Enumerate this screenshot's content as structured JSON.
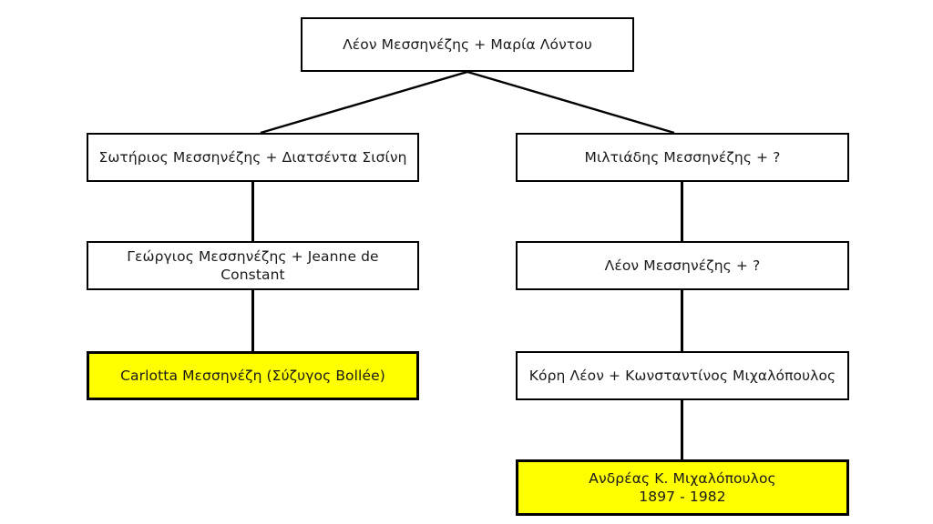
{
  "diagram": {
    "type": "family-tree",
    "title_text": "",
    "colors": {
      "background": "#ffffff",
      "box_fill": "#ffffff",
      "box_border": "#000000",
      "highlight_fill": "#FFFF00",
      "text": "#1a1a1a",
      "connector": "#000000"
    },
    "nodes": [
      {
        "id": "root",
        "name": "leon-messinezis-maria-lontou",
        "label": "Λέον Μεσσηνέζης + Μαρία Λόντου",
        "highlight": false,
        "generation": 1
      },
      {
        "id": "left-g2",
        "name": "sotirios-messinezis-diatsenta-sisini",
        "label": "Σωτήριος Μεσσηνέζης + Διατσέντα Σισίνη",
        "highlight": false,
        "generation": 2
      },
      {
        "id": "right-g2",
        "name": "miltiadis-messinezis-unknown",
        "label": "Μιλτιάδης Μεσσηνέζης + ?",
        "highlight": false,
        "generation": 2
      },
      {
        "id": "left-g3",
        "name": "georgios-messinezis-jeanne-de-constant",
        "label": "Γεώργιος Μεσσηνέζης + Jeanne de Constant",
        "highlight": false,
        "generation": 3
      },
      {
        "id": "right-g3",
        "name": "leon-messinezis-unknown",
        "label": "Λέον Μεσσηνέζης + ?",
        "highlight": false,
        "generation": 3
      },
      {
        "id": "left-g4",
        "name": "carlotta-messinezi-syzygos-bollee",
        "label": "Carlotta Μεσσηνέζη (Σύζυγος Bollée)",
        "highlight": true,
        "generation": 4
      },
      {
        "id": "right-g4",
        "name": "kori-leon-konstantinos-michalopoulos",
        "label": "Κόρη Λέον + Κωνσταντίνος Μιχαλόπουλος",
        "highlight": false,
        "generation": 4
      },
      {
        "id": "right-g5",
        "name": "andreas-k-michalopoulos",
        "label": "Ανδρέας Κ. Μιχαλόπουλος\n1897 - 1982",
        "highlight": true,
        "generation": 5
      }
    ],
    "edges": [
      {
        "from": "root",
        "to": "left-g2",
        "style": "diagonal"
      },
      {
        "from": "root",
        "to": "right-g2",
        "style": "diagonal"
      },
      {
        "from": "left-g2",
        "to": "left-g3",
        "style": "vertical"
      },
      {
        "from": "left-g3",
        "to": "left-g4",
        "style": "vertical"
      },
      {
        "from": "right-g2",
        "to": "right-g3",
        "style": "vertical"
      },
      {
        "from": "right-g3",
        "to": "right-g4",
        "style": "vertical"
      },
      {
        "from": "right-g4",
        "to": "right-g5",
        "style": "vertical"
      }
    ]
  }
}
